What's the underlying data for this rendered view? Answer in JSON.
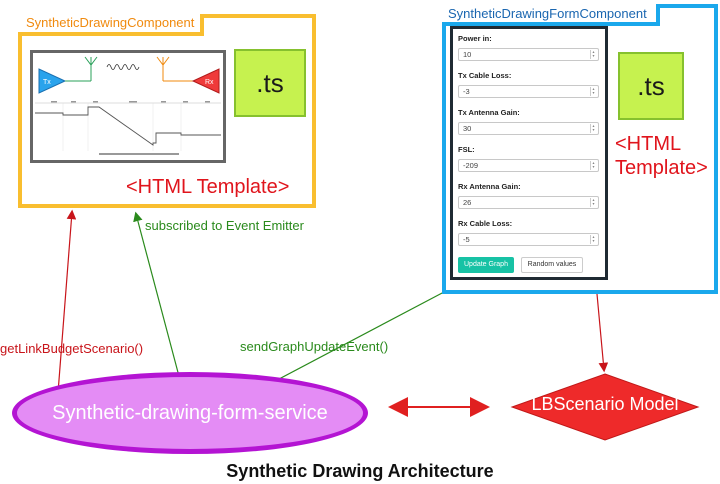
{
  "title": "Synthetic Drawing Architecture",
  "left_component": {
    "title": "SyntheticDrawingComponent",
    "ts_label": ".ts",
    "html_label": "<HTML Template>",
    "graph": {
      "tx_label": "Tx",
      "rx_label": "Rx"
    }
  },
  "right_component": {
    "title": "SyntheticDrawingFormComponent",
    "ts_label": ".ts",
    "html_label_line1": "<HTML",
    "html_label_line2": "Template>",
    "form": {
      "fields": [
        {
          "label": "Power in:",
          "value": "10"
        },
        {
          "label": "Tx Cable Loss:",
          "value": "-3"
        },
        {
          "label": "Tx Antenna Gain:",
          "value": "30"
        },
        {
          "label": "FSL:",
          "value": "-209"
        },
        {
          "label": "Rx Antenna Gain:",
          "value": "26"
        },
        {
          "label": "Rx Cable Loss:",
          "value": "-5"
        }
      ],
      "update_button": "Update Graph",
      "random_button": "Random values"
    }
  },
  "service_label": "Synthetic-drawing-form-service",
  "model_label": "LBScenario Model",
  "edges": {
    "subscribed": "subscribed to Event Emitter",
    "send_event": "sendGraphUpdateEvent()",
    "get_scenario": "getLinkBudgetScenario()"
  },
  "colors": {
    "left_border": "#f9be2f",
    "right_border": "#1aa8ec",
    "ts_fill": "#c6f24f",
    "service_fill": "#e48cf5",
    "service_border": "#b414d3",
    "model_fill": "#ee2a2a",
    "green_arrow": "#2a8a1c",
    "red_arrow": "#c8141a"
  }
}
